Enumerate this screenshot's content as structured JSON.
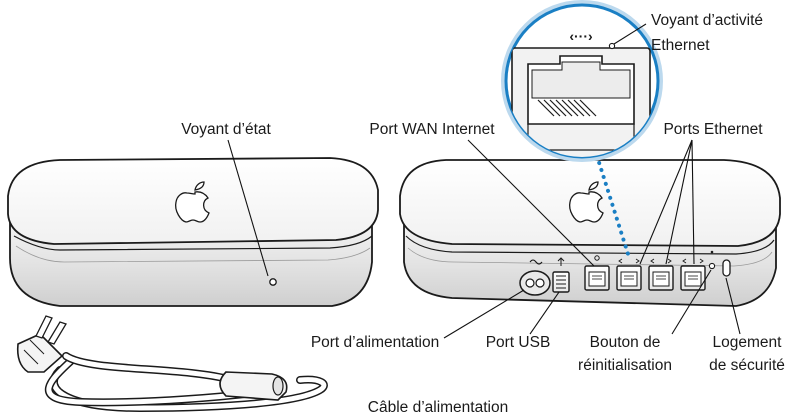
{
  "labels": {
    "status_light": "Voyant d’état",
    "wan_port": "Port WAN Internet",
    "ethernet_activity_line1": "Voyant d’activité",
    "ethernet_activity_line2": "Ethernet",
    "ethernet_ports": "Ports Ethernet",
    "power_port": "Port d’alimentation",
    "usb_port": "Port USB",
    "reset_line1": "Bouton de",
    "reset_line2": "réinitialisation",
    "security_line1": "Logement",
    "security_line2": "de sécurité",
    "power_cable": "Câble d’alimentation"
  },
  "icons": {
    "ethernet_symbol": "‹···›",
    "apple_logo": "apple-logo-icon",
    "power_symbol": "power-symbol-icon",
    "usb_symbol": "usb-icon"
  },
  "colors": {
    "callout_ring": "#1a7fc4",
    "dotted_connector": "#1a7fc4",
    "callout_ring_shadow": "#bcd9ee"
  }
}
